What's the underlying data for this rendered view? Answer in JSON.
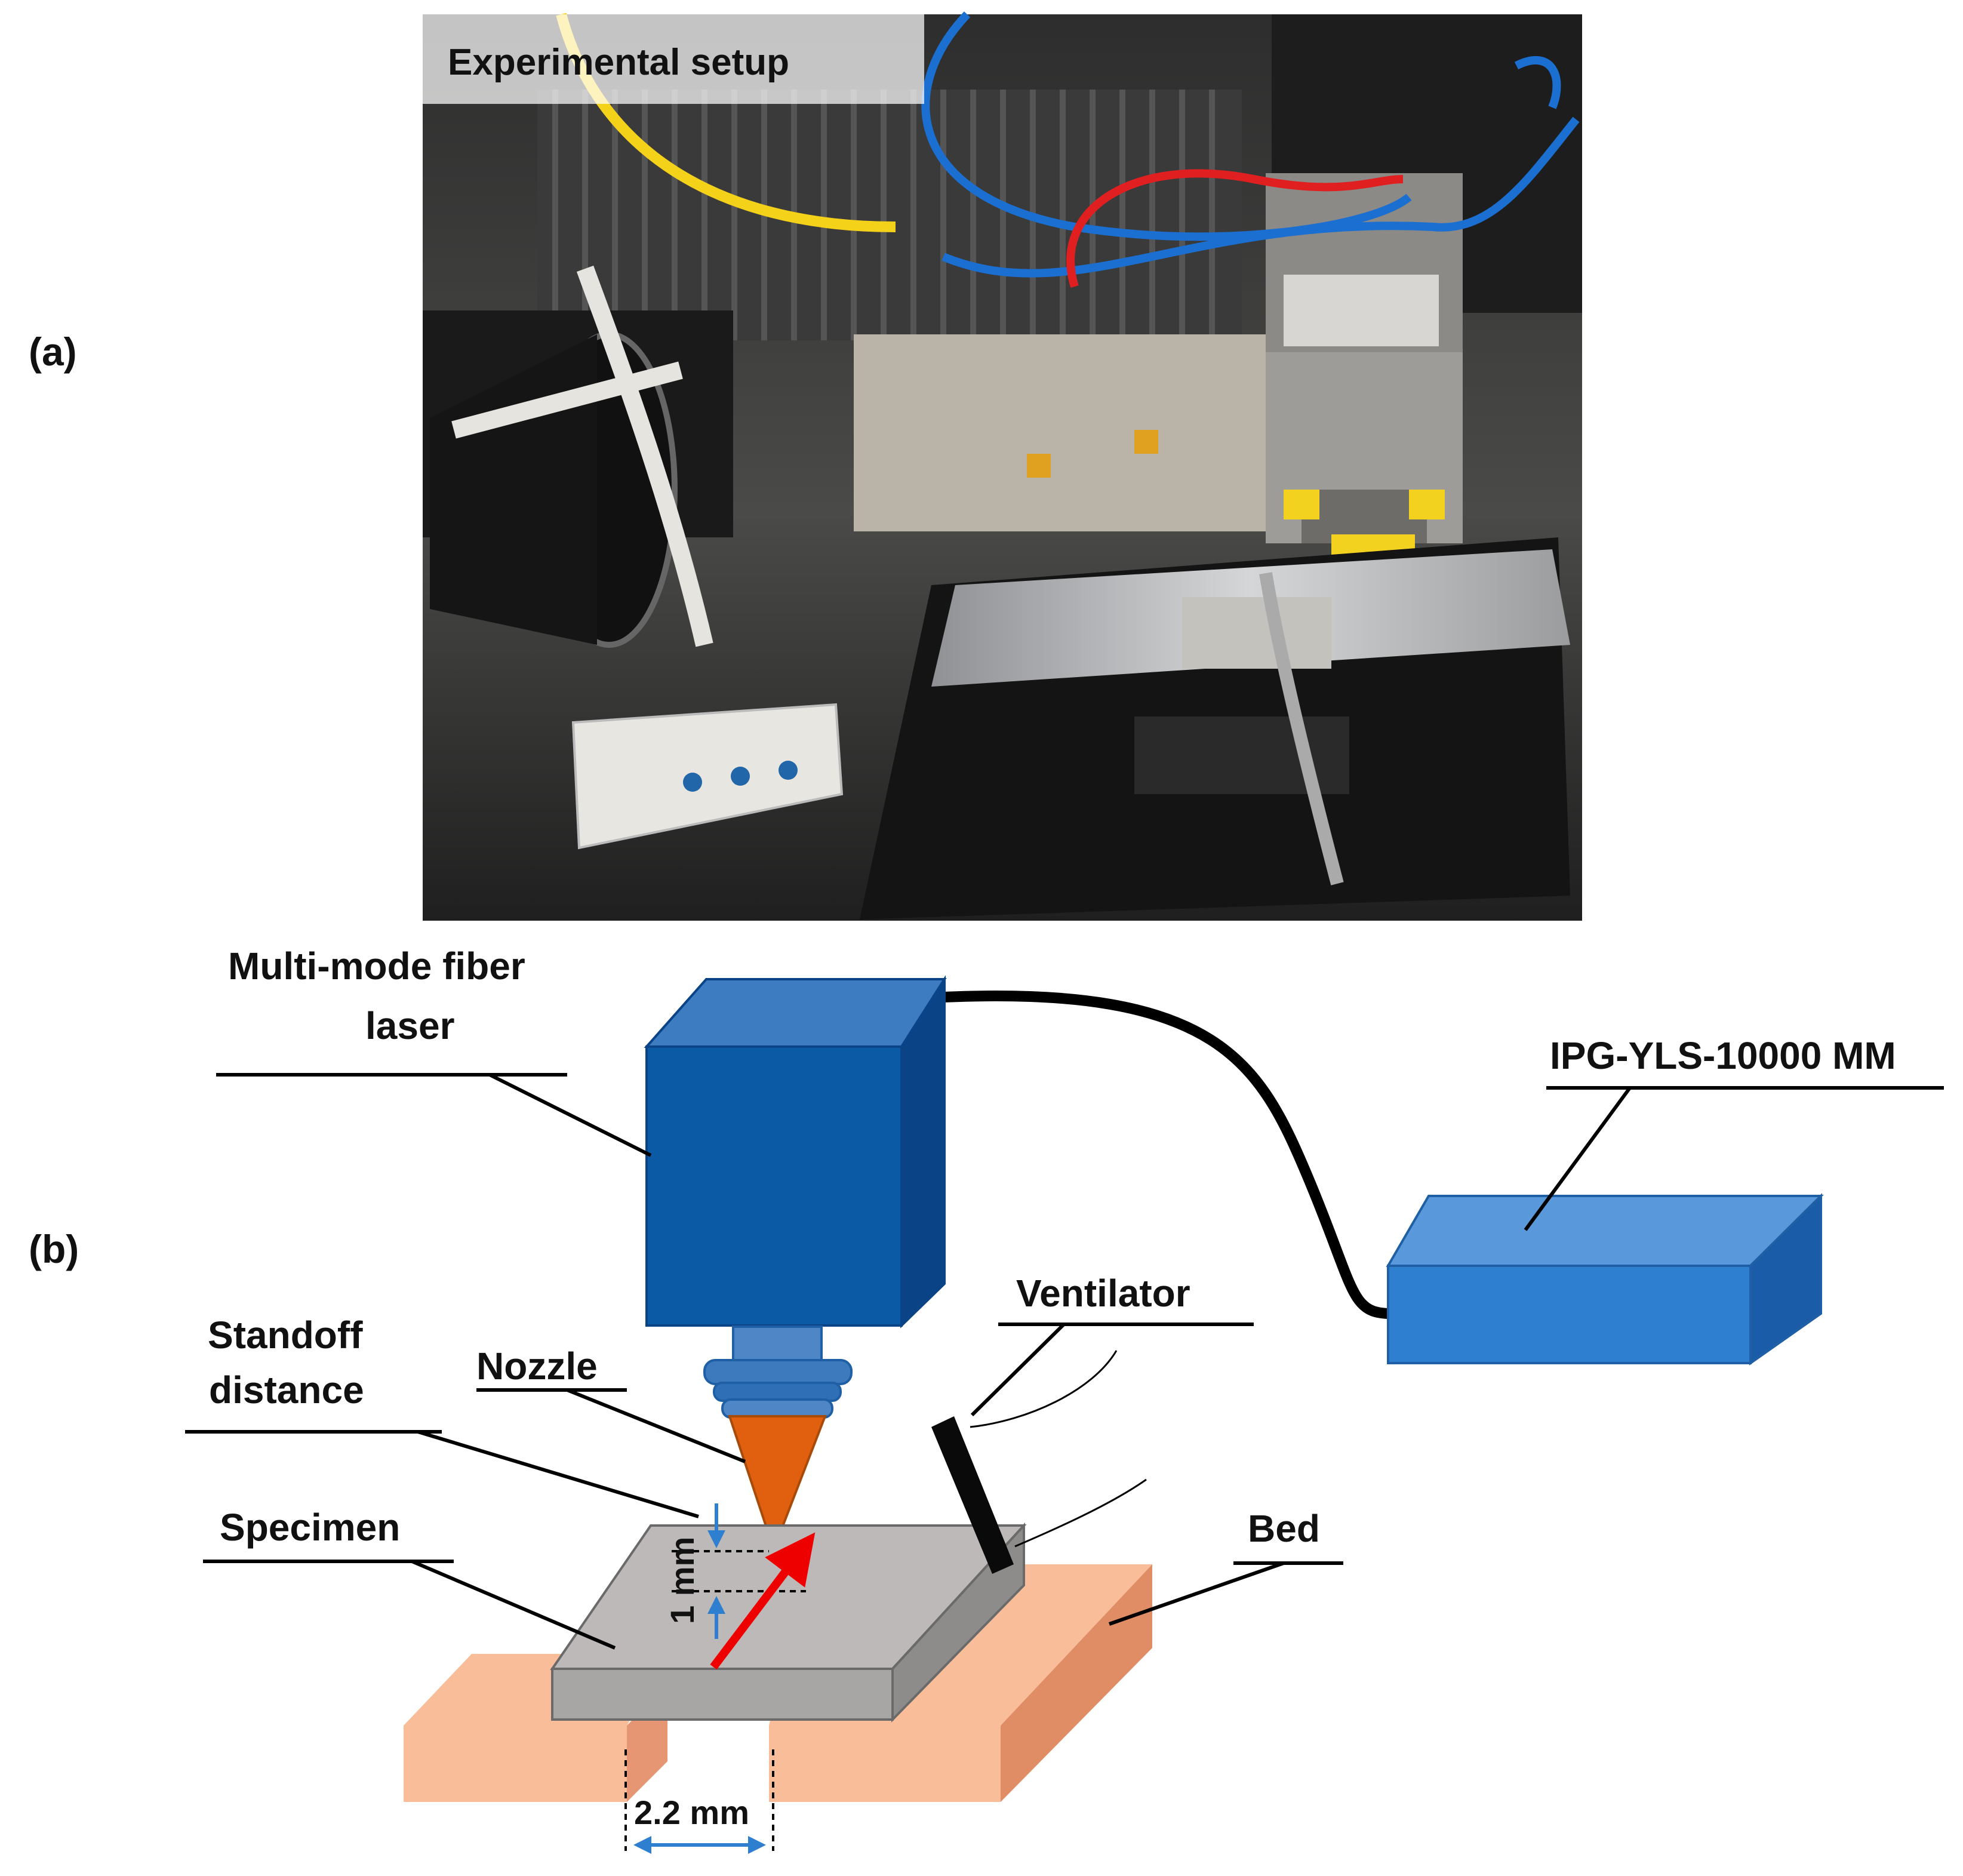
{
  "panel_a": {
    "label": "(a)",
    "photo_title": "Experimental setup"
  },
  "panel_b": {
    "label": "(b)",
    "labels": {
      "laser_line1": "Multi-mode fiber",
      "laser_line2": "laser",
      "source": "IPG-YLS-10000 MM",
      "ventilator": "Ventilator",
      "standoff_line1": "Standoff",
      "standoff_line2": "distance",
      "nozzle": "Nozzle",
      "specimen": "Specimen",
      "bed": "Bed",
      "standoff_value": "1 mm",
      "gap_value": "2.2 mm"
    }
  },
  "colors": {
    "laser_head_front": "#0b5aa6",
    "laser_head_top": "#3d7cc0",
    "laser_head_side": "#0a4486",
    "source_box_front": "#2f7fd0",
    "source_box_top": "#5a98dc",
    "nozzle": "#e06010",
    "specimen": "#b8b5b4",
    "bed": "#f9bd99",
    "scan_arrow": "#ee0000",
    "dimension_arrow": "#2f7fd0"
  }
}
